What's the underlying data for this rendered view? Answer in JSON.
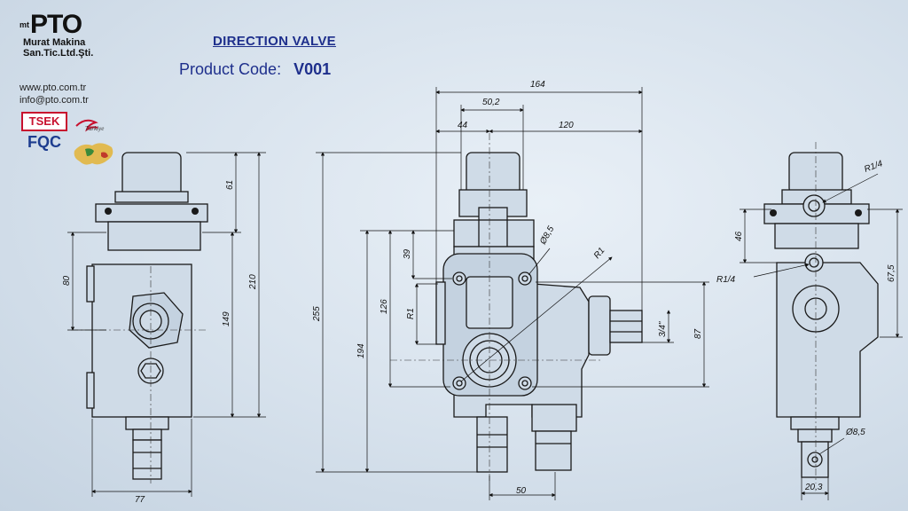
{
  "brand": {
    "logo_prefix": "mt",
    "logo_text": "PTO",
    "company_line1": "Murat Makina",
    "company_line2": "San.Tic.Ltd.Şti.",
    "website": "www.pto.com.tr",
    "email": "info@pto.com.tr",
    "cert_badges": [
      "TSEK",
      "FQC"
    ],
    "turkiye_logo_text": "Türkiye"
  },
  "header": {
    "title": "DIRECTION VALVE",
    "product_code_label": "Product Code:",
    "product_code": "V001"
  },
  "dimensions": {
    "left_view": {
      "height_61": "61",
      "height_210": "210",
      "height_149": "149",
      "height_80": "80",
      "width_77": "77"
    },
    "front_view": {
      "width_164": "164",
      "width_50_2": "50,2",
      "width_44": "44",
      "width_120": "120",
      "height_255": "255",
      "height_194": "194",
      "height_126": "126",
      "height_39": "39",
      "r1_small": "R1",
      "r1_large": "R1",
      "hole": "Ø8,5",
      "port_3_4": "3/4\"",
      "height_87": "87",
      "width_50": "50"
    },
    "right_view": {
      "thread_top": "R1/4",
      "thread_mid": "R1/4",
      "height_46": "46",
      "height_67_5": "67,5",
      "hole": "Ø8,5",
      "width_20_3": "20,3"
    }
  }
}
